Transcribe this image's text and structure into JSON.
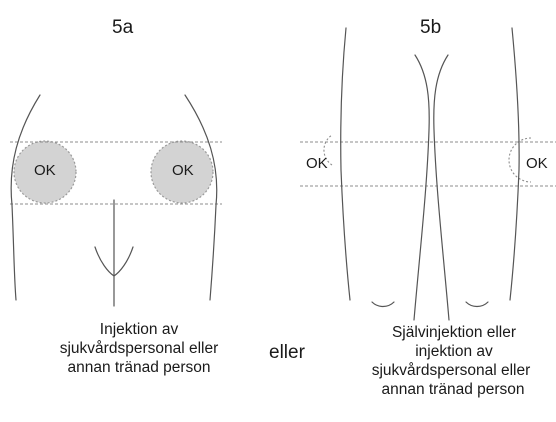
{
  "panel_a": {
    "label": "5a",
    "zone_left": "OK",
    "zone_right": "OK",
    "caption": [
      "Injektion av",
      "sjukvårdspersonal eller",
      "annan tränad person"
    ]
  },
  "connector": "eller",
  "panel_b": {
    "label": "5b",
    "zone_left": "OK",
    "zone_right": "OK",
    "caption": [
      "Självinjektion eller",
      "injektion av",
      "sjukvårdspersonal eller",
      "annan tränad person"
    ]
  },
  "colors": {
    "zone_fill": "#d3d3d3",
    "zone_stroke": "#9a9a9a",
    "outline": "#555555",
    "guide": "#8c8c8c"
  }
}
